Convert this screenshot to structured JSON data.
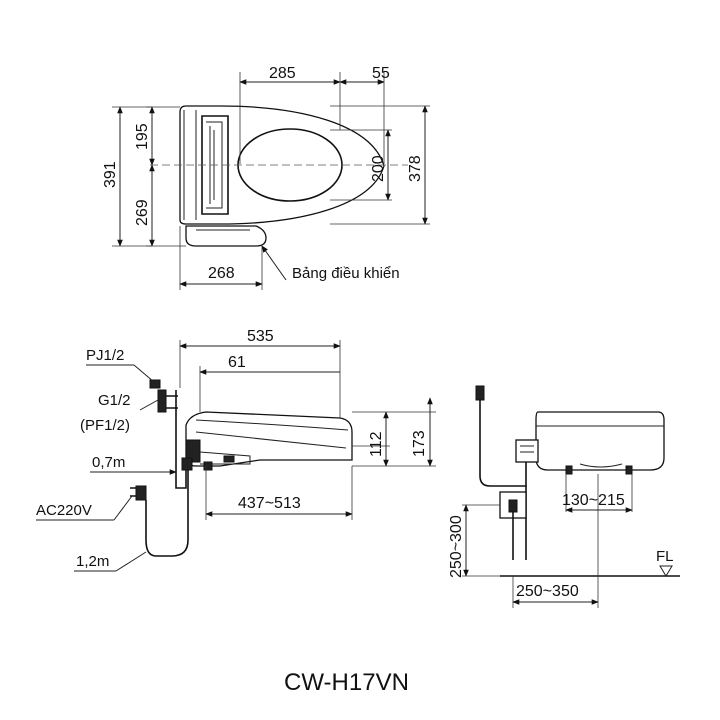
{
  "top_view": {
    "dim_width_front": "285",
    "dim_width_right": "55",
    "dim_total_depth": "391",
    "dim_upper": "195",
    "dim_lower": "269",
    "dim_opening": "200",
    "dim_seat_width": "378",
    "dim_panel_width": "268",
    "label_control_panel": "Bảng điều khiển"
  },
  "side_view": {
    "dim_total_length": "535",
    "dim_lid_offset": "61",
    "dim_seat_height": "112",
    "dim_total_height": "173",
    "dim_mount_range": "437~513",
    "label_pj": "PJ1/2",
    "label_g": "G1/2",
    "label_pf": "(PF1/2)",
    "label_hose": "0,7m",
    "label_power": "AC220V",
    "label_cord": "1,2m"
  },
  "rear_view": {
    "dim_offset_range": "130~215",
    "dim_outlet_height": "250~300",
    "dim_outlet_range": "250~350",
    "label_floor": "FL"
  },
  "model_name": "CW-H17VN"
}
